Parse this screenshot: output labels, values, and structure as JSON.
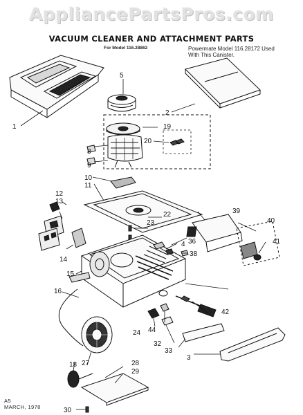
{
  "watermark": "AppliancePartsPros.com",
  "title": "VACUUM CLEANER AND ATTACHMENT PARTS",
  "subtitle": "For Model 116.28862",
  "note_line1": "Powermate Model 116.28172 Used",
  "note_line2": "With This Canister.",
  "footer_line1": "A5",
  "footer_line2": "MARCH, 1978",
  "callouts": [
    "1",
    "2",
    "3",
    "4",
    "5",
    "8",
    "9",
    "10",
    "11",
    "12",
    "13",
    "14",
    "15",
    "16",
    "18",
    "19",
    "20",
    "22",
    "23",
    "24",
    "27",
    "28",
    "29",
    "30",
    "32",
    "33",
    "36",
    "38",
    "39",
    "40",
    "41",
    "42",
    "44"
  ]
}
